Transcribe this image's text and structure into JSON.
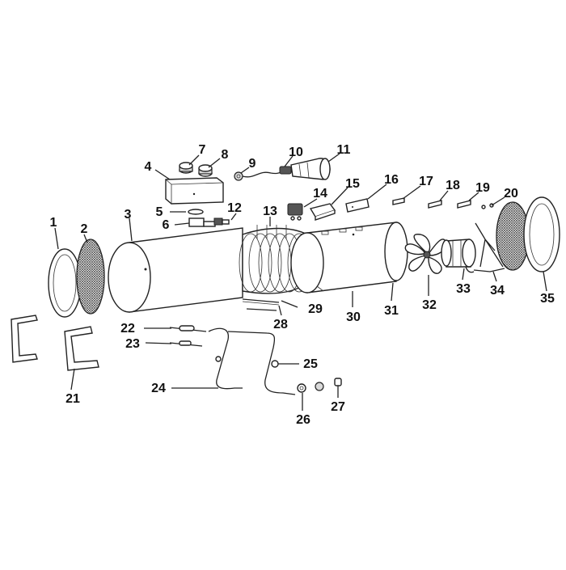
{
  "labels": {
    "p1": "1",
    "p2": "2",
    "p3": "3",
    "p4": "4",
    "p5": "5",
    "p6": "6",
    "p7": "7",
    "p8": "8",
    "p9": "9",
    "p10": "10",
    "p11": "11",
    "p12": "12",
    "p13": "13",
    "p14": "14",
    "p15": "15",
    "p16": "16",
    "p17": "17",
    "p18": "18",
    "p19": "19",
    "p20": "20",
    "p21": "21",
    "p22": "22",
    "p23": "23",
    "p24": "24",
    "p25": "25",
    "p26": "26",
    "p27": "27",
    "p28": "28",
    "p29": "29",
    "p30": "30",
    "p31": "31",
    "p32": "32",
    "p33": "33",
    "p34": "34",
    "p35": "35"
  },
  "colors": {
    "line": "#222222",
    "fill": "#ffffff",
    "mesh": "#666666"
  }
}
